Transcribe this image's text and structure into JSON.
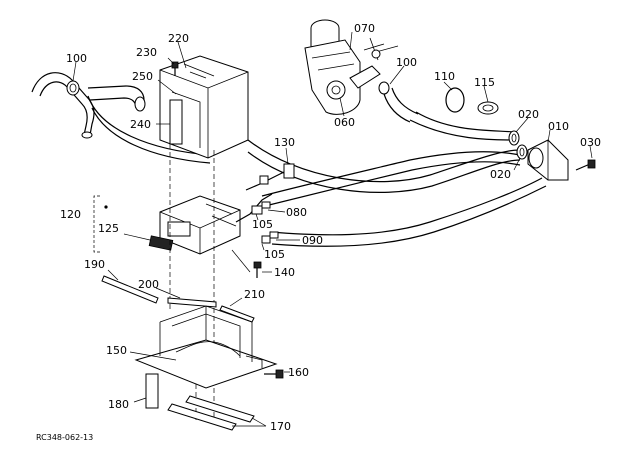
{
  "labels": {
    "p010": "010",
    "p020a": "020",
    "p020b": "020",
    "p030": "030",
    "p060": "060",
    "p070": "070",
    "p080": "080",
    "p090": "090",
    "p100a": "100",
    "p100b": "100",
    "p105a": "105",
    "p105b": "105",
    "p110": "110",
    "p115": "115",
    "p120": "120",
    "p125": "125",
    "p130": "130",
    "p140": "140",
    "p150": "150",
    "p160": "160",
    "p170": "170",
    "p180": "180",
    "p190": "190",
    "p200": "200",
    "p210": "210",
    "p220": "220",
    "p230": "230",
    "p240": "240",
    "p250": "250"
  },
  "reference_code": "RC348-062-13"
}
